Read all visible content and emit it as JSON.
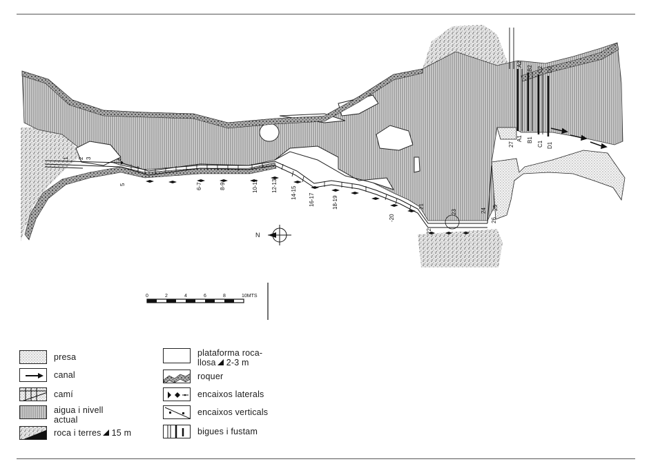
{
  "map": {
    "scale_labels": [
      "0",
      "2",
      "4",
      "6",
      "8",
      "10MTS"
    ],
    "north_label": "N",
    "beam_labels": [
      "A2",
      "B2",
      "C2",
      "D2"
    ],
    "beam_lower_labels": [
      "A1",
      "B1",
      "C1",
      "D1"
    ],
    "point_labels": [
      "1",
      "2",
      "3",
      "4",
      "5",
      "6-7",
      "8-9",
      "10-11",
      "12-13",
      "14-15",
      "16-17",
      "18-19",
      "-20",
      "21",
      "22",
      "23",
      "24",
      "25",
      "26",
      "27"
    ]
  },
  "legend": {
    "items": [
      {
        "key": "presa",
        "label": "presa",
        "label2": "",
        "slope": ""
      },
      {
        "key": "canal",
        "label": "canal",
        "label2": "",
        "slope": ""
      },
      {
        "key": "cami",
        "label": "camí",
        "label2": "",
        "slope": ""
      },
      {
        "key": "aigua",
        "label": "aigua i nivell",
        "label2": "actual",
        "slope": ""
      },
      {
        "key": "roca",
        "label": "roca i terres",
        "label2": "",
        "slope": "15 m"
      },
      {
        "key": "plataforma",
        "label": "plataforma roca-",
        "label2": "llosa",
        "slope": "2-3 m"
      },
      {
        "key": "roquer",
        "label": "roquer",
        "label2": "",
        "slope": ""
      },
      {
        "key": "encaixos_laterals",
        "label": "encaixos laterals",
        "label2": "",
        "slope": ""
      },
      {
        "key": "encaixos_verticals",
        "label": "encaixos verticals",
        "label2": "",
        "slope": ""
      },
      {
        "key": "bigues",
        "label": "bigues i fustam",
        "label2": "",
        "slope": ""
      }
    ]
  },
  "colors": {
    "ink": "#1a1a1a",
    "water": "#bdbdbd",
    "paper": "#ffffff"
  }
}
